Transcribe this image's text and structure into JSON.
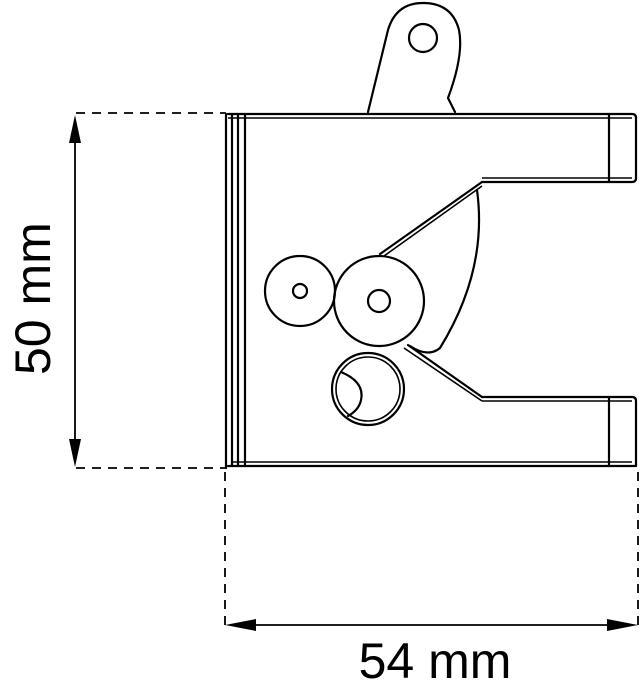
{
  "diagram": {
    "title": "Latch / lock body dimension drawing",
    "dimensions": {
      "height": {
        "value": 50,
        "unit": "mm",
        "label": "50 mm"
      },
      "width": {
        "value": 54,
        "unit": "mm",
        "label": "54 mm"
      }
    },
    "parts": [
      {
        "name": "mounting-tab",
        "description": "Tab with hole on top edge"
      },
      {
        "name": "body-plate",
        "description": "Rectangular body with layered left edge"
      },
      {
        "name": "jaw-opening",
        "description": "V-shaped slot opening on right side"
      },
      {
        "name": "rotating-claw",
        "description": "Curved catch / cam inside jaw"
      },
      {
        "name": "pivot-left",
        "description": "Small washer with center pin"
      },
      {
        "name": "pivot-right",
        "description": "Larger washer with center pin"
      },
      {
        "name": "lock-cylinder",
        "description": "Round key cylinder, lower position"
      }
    ],
    "colors": {
      "line": "#000000",
      "background": "#ffffff"
    }
  }
}
